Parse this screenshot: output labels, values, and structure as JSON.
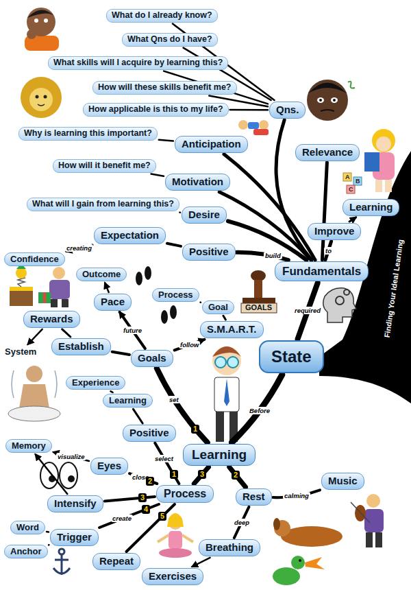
{
  "diagram": {
    "nodes": [
      {
        "text": [
          "What do I already know?"
        ]
      },
      {
        "text": [
          "What Qns do I have?"
        ]
      },
      {
        "text": [
          "What skills will I acquire by learning this?"
        ]
      },
      {
        "text": [
          "How will these skills benefit me?"
        ]
      },
      {
        "text": [
          "How applicable is this to my life?"
        ]
      },
      {
        "text": [
          "Qns."
        ]
      },
      {
        "text": [
          "Why is learning this important?"
        ]
      },
      {
        "text": [
          "Anticipation"
        ]
      },
      {
        "text": [
          "Relevance"
        ]
      },
      {
        "text": [
          "How will it benefit me?"
        ]
      },
      {
        "text": [
          "Motivation"
        ]
      },
      {
        "text": [
          "What will I gain from learning this?"
        ]
      },
      {
        "text": [
          "Desire"
        ]
      },
      {
        "text": [
          "Learning"
        ]
      },
      {
        "text": [
          "Improve"
        ]
      },
      {
        "text": [
          "Expectation"
        ]
      },
      {
        "text": [
          "Positive"
        ]
      },
      {
        "text": [
          "Fundamentals"
        ]
      },
      {
        "text": [
          "Confidence"
        ]
      },
      {
        "text": [
          "Outcome"
        ]
      },
      {
        "text": [
          "Pace"
        ]
      },
      {
        "text": [
          "Process"
        ]
      },
      {
        "text": [
          "Goal"
        ]
      },
      {
        "text": [
          "Rewards"
        ]
      },
      {
        "text": [
          "Establish"
        ]
      },
      {
        "text": [
          "S.M.A.R.T."
        ]
      },
      {
        "text": [
          "Goals"
        ]
      },
      {
        "text": [
          "State"
        ]
      },
      {
        "text": [
          "System"
        ]
      },
      {
        "text": [
          "Experience"
        ]
      },
      {
        "text": [
          "Learning"
        ]
      },
      {
        "text": [
          "Positive"
        ]
      },
      {
        "text": [
          "Memory"
        ]
      },
      {
        "text": [
          "Eyes"
        ]
      },
      {
        "text": [
          "Learning"
        ]
      },
      {
        "text": [
          "Music"
        ]
      },
      {
        "text": [
          "Intensify"
        ]
      },
      {
        "text": [
          "Process"
        ]
      },
      {
        "text": [
          "Rest"
        ]
      },
      {
        "text": [
          "Word"
        ]
      },
      {
        "text": [
          "Trigger"
        ]
      },
      {
        "text": [
          "Anchor"
        ]
      },
      {
        "text": [
          "Breathing"
        ]
      },
      {
        "text": [
          "Repeat"
        ]
      },
      {
        "text": [
          "Exercises"
        ]
      }
    ],
    "edges": [
      {
        "from": 34,
        "to": 27,
        "label": "Before",
        "arrow": "none"
      },
      {
        "from": 27,
        "to": 17,
        "label": "required",
        "arrow": "none"
      },
      {
        "from": 17,
        "to": 14,
        "label": "to",
        "arrow": "none"
      },
      {
        "from": 14,
        "to": 13,
        "arrow": "to"
      },
      {
        "from": 17,
        "to": 16,
        "label": "build",
        "arrow": "none"
      },
      {
        "from": 17,
        "to": 12,
        "arrow": "none"
      },
      {
        "from": 17,
        "to": 10,
        "arrow": "none"
      },
      {
        "from": 17,
        "to": 7,
        "arrow": "none"
      },
      {
        "from": 17,
        "to": 8,
        "arrow": "none"
      },
      {
        "from": 17,
        "to": 5,
        "arrow": "none"
      },
      {
        "from": 5,
        "to": 0,
        "arrow": "none"
      },
      {
        "from": 5,
        "to": 1,
        "arrow": "none"
      },
      {
        "from": 5,
        "to": 2,
        "arrow": "none"
      },
      {
        "from": 5,
        "to": 3,
        "arrow": "none"
      },
      {
        "from": 5,
        "to": 4,
        "arrow": "none"
      },
      {
        "from": 7,
        "to": 6,
        "arrow": "none"
      },
      {
        "from": 10,
        "to": 9,
        "arrow": "none"
      },
      {
        "from": 12,
        "to": 11,
        "arrow": "none"
      },
      {
        "from": 16,
        "to": 15,
        "arrow": "none"
      },
      {
        "from": 15,
        "to": 18,
        "label": "creating",
        "arrow": "to"
      },
      {
        "from": 34,
        "to": 26,
        "label": "set",
        "arrow": "none"
      },
      {
        "from": 26,
        "to": 25,
        "label": "follow",
        "arrow": "to"
      },
      {
        "from": 25,
        "to": 22,
        "arrow": "none"
      },
      {
        "from": 22,
        "to": 21,
        "arrow": "none"
      },
      {
        "from": 26,
        "to": 24,
        "arrow": "none"
      },
      {
        "from": 24,
        "to": 23,
        "arrow": "none"
      },
      {
        "from": 23,
        "to": 28,
        "arrow": "to"
      },
      {
        "from": 26,
        "to": 20,
        "label": "future",
        "arrow": "to"
      },
      {
        "from": 20,
        "to": 19,
        "arrow": "to"
      },
      {
        "from": 34,
        "to": 38,
        "arrow": "none"
      },
      {
        "from": 38,
        "to": 35,
        "label": "calming",
        "arrow": "none"
      },
      {
        "from": 38,
        "to": 42,
        "label": "deep",
        "arrow": "none"
      },
      {
        "from": 42,
        "to": 44,
        "arrow": "to"
      },
      {
        "from": 34,
        "to": 37,
        "arrow": "none"
      },
      {
        "from": 37,
        "to": 31,
        "label": "select",
        "arrow": "none"
      },
      {
        "from": 31,
        "to": 30,
        "arrow": "none"
      },
      {
        "from": 30,
        "to": 29,
        "arrow": "none"
      },
      {
        "from": 37,
        "to": 33,
        "label": "close",
        "arrow": "none"
      },
      {
        "from": 33,
        "to": 32,
        "label": "visualize",
        "arrow": "to"
      },
      {
        "from": 37,
        "to": 36,
        "arrow": "none"
      },
      {
        "from": 36,
        "to": 32,
        "arrow": "to"
      },
      {
        "from": 37,
        "to": 40,
        "label": "create",
        "arrow": "none"
      },
      {
        "from": 40,
        "to": 39,
        "arrow": "none"
      },
      {
        "from": 40,
        "to": 41,
        "arrow": "none"
      },
      {
        "from": 37,
        "to": 43,
        "arrow": "none"
      }
    ],
    "labels": [
      "1",
      "2",
      "3",
      "1",
      "2",
      "3",
      "4",
      "5",
      "GOALS",
      "Finding Your Ideal Learning",
      "A",
      "B",
      "C"
    ]
  }
}
